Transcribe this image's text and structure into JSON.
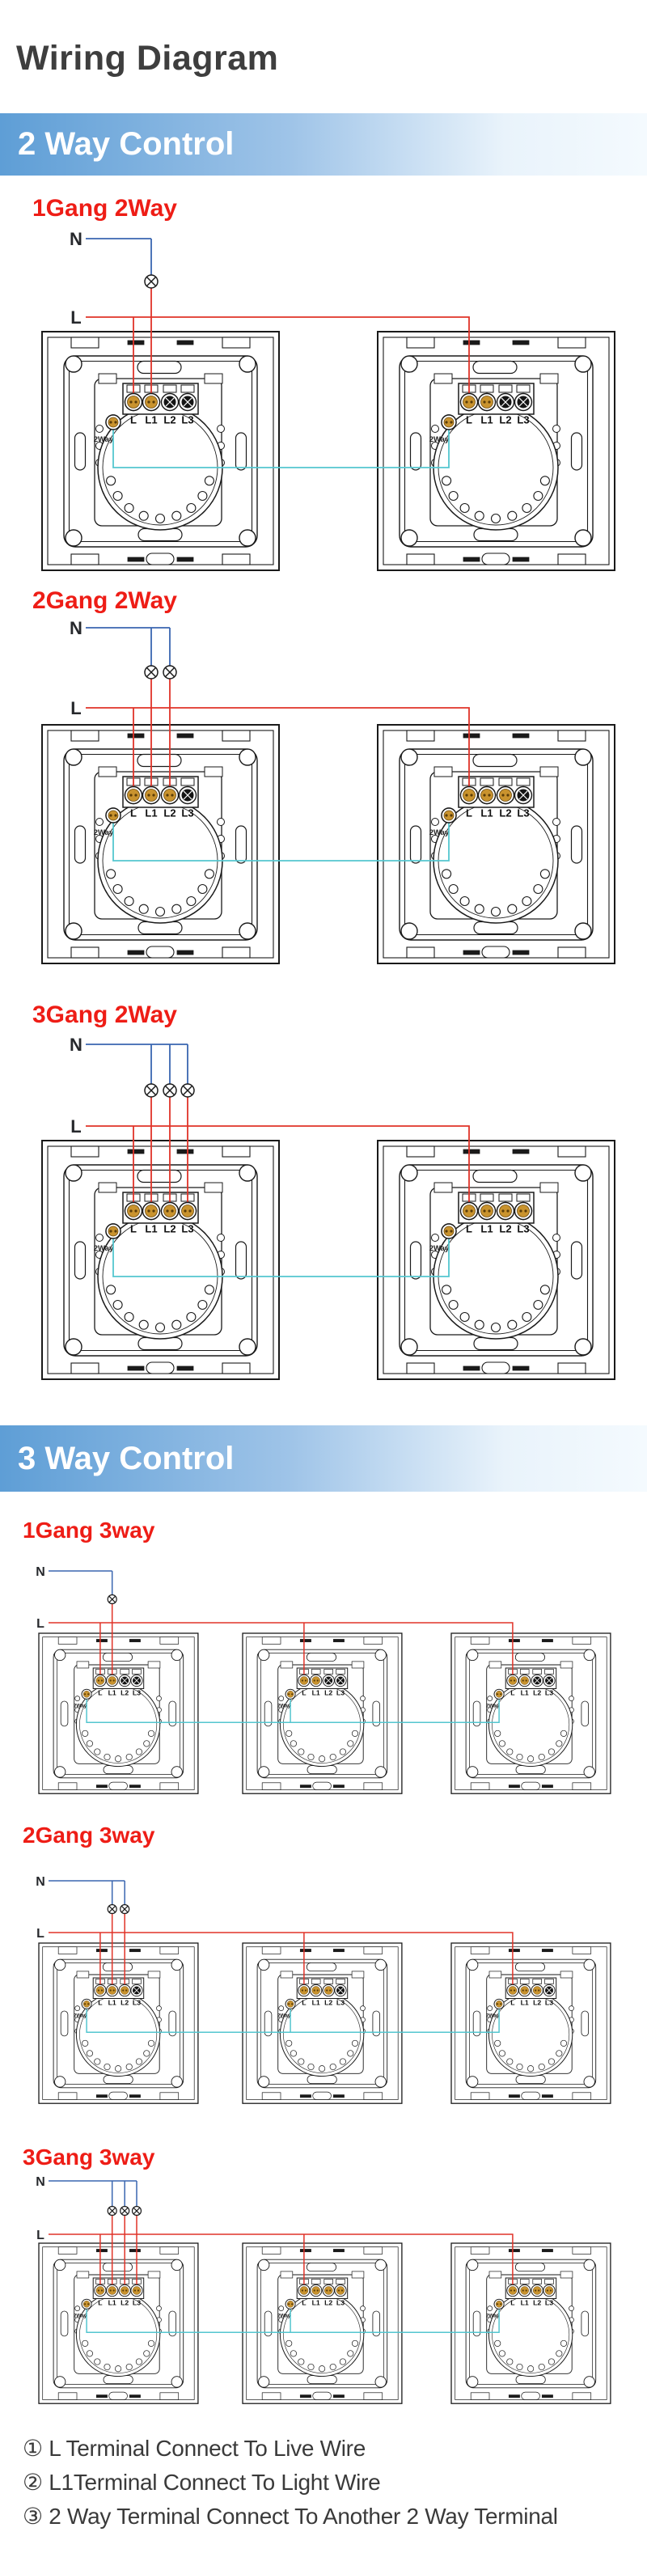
{
  "page": {
    "title": "Wiring Diagram"
  },
  "sections": [
    {
      "header": "2 Way Control",
      "ways": 2,
      "diagrams": [
        {
          "label": "1Gang 2Way",
          "gangs": 1,
          "switch_count": 2
        },
        {
          "label": "2Gang 2Way",
          "gangs": 2,
          "switch_count": 2
        },
        {
          "label": "3Gang 2Way",
          "gangs": 3,
          "switch_count": 2
        }
      ]
    },
    {
      "header": "3 Way Control",
      "ways": 3,
      "diagrams": [
        {
          "label": "1Gang 3way",
          "gangs": 1,
          "switch_count": 3
        },
        {
          "label": "2Gang 3way",
          "gangs": 2,
          "switch_count": 3
        },
        {
          "label": "3Gang 3way",
          "gangs": 3,
          "switch_count": 3
        }
      ]
    }
  ],
  "wire_labels": {
    "neutral": "N",
    "live": "L"
  },
  "terminal_labels": [
    "L",
    "L1",
    "L2",
    "L3"
  ],
  "two_way_terminal_label": "2Way",
  "colors": {
    "live_wire": "#e03328",
    "neutral_wire": "#3a66b0",
    "traveler_wire": "#54c6cf",
    "label_red": "#ee1d16",
    "terminal_gold": "#c9932e",
    "outline": "#1a1a1a",
    "header_blue": "#5e9ed6",
    "text_dark": "#3a3a3a",
    "wire_label_dark": "#26282c"
  },
  "footnotes": [
    "① L Terminal Connect To Live Wire",
    "② L1Terminal Connect To Light Wire",
    "③ 2 Way Terminal Connect To Another 2 Way Terminal"
  ]
}
